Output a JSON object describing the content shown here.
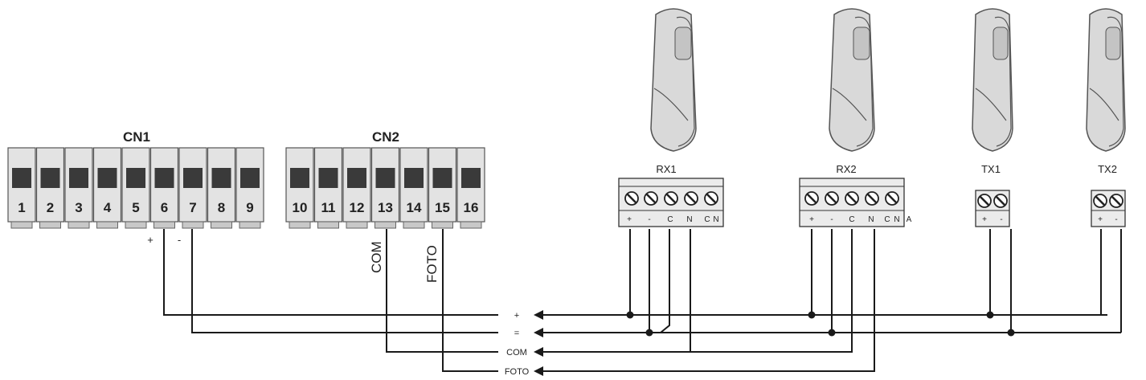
{
  "cn1": {
    "title": "CN1",
    "terminals": [
      "1",
      "2",
      "3",
      "4",
      "5",
      "6",
      "7",
      "8",
      "9"
    ],
    "plus": "+",
    "minus": "-"
  },
  "cn2": {
    "title": "CN2",
    "terminals": [
      "10",
      "11",
      "12",
      "13",
      "14",
      "15",
      "16"
    ],
    "com": "COM",
    "foto": "FOTO"
  },
  "devices": {
    "rx1": {
      "title": "RX1",
      "pins": [
        "+",
        "-",
        "C",
        "N",
        "C",
        "N"
      ]
    },
    "rx2": {
      "title": "RX2",
      "pins": [
        "+",
        "-",
        "C",
        "N",
        "C",
        "N",
        "A"
      ]
    },
    "tx1": {
      "title": "TX1",
      "pins": [
        "+",
        "-"
      ]
    },
    "tx2": {
      "title": "TX2",
      "pins": [
        "+",
        "-"
      ]
    }
  },
  "bus": {
    "plus": "+",
    "minus": "=",
    "com": "COM",
    "foto": "FOTO"
  },
  "colors": {
    "wire": "#1a1a1a",
    "terminal_body": "#e3e3e3",
    "terminal_window": "#3a3a3a",
    "sensor_body": "#d9d9d9"
  }
}
